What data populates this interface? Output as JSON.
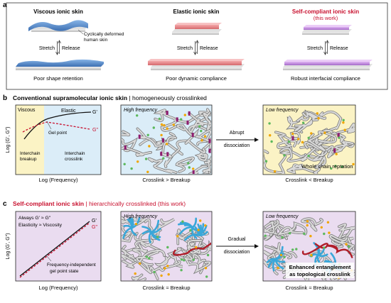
{
  "panel_a": {
    "label": "a",
    "col1_title": "Viscous ionic skin",
    "col2_title": "Elastic ionic skin",
    "col3_title_line1": "Self-compliant ionic skin",
    "col3_title_line2": "(this work)",
    "skin_annotation_line1": "Cyclically deformed",
    "skin_annotation_line2": "human skin",
    "stretch": "Stretch",
    "release": "Release",
    "result1": "Poor shape retention",
    "result2": "Poor dynamic compliance",
    "result3": "Robust interfacial compliance"
  },
  "panel_b": {
    "label": "b",
    "title_bold": "Conventional supramolecular ionic skin",
    "title_rest": " | homogeneously crosslinked",
    "viscous": "Viscous",
    "elastic": "Elastic",
    "g_prime": "G'",
    "g_double": "G\"",
    "gel_point": "Gel point",
    "interchain_breakup_1": "Interchain",
    "interchain_breakup_2": "breakup",
    "interchain_crosslink_1": "Interchain",
    "interchain_crosslink_2": "crosslink",
    "y_axis": "Log (G', G\")",
    "x_axis": "Log (Frequency)",
    "high_freq": "High frequency",
    "low_freq": "Low frequency",
    "abrupt_1": "Abrupt",
    "abrupt_2": "dissociation",
    "reptation": "Whole chain reptation",
    "caption_mid": "Crosslink > Breakup",
    "caption_right": "Crosslink < Breakup"
  },
  "panel_c": {
    "label": "c",
    "title_bold": "Self-compliant ionic skin",
    "title_rest": " | hierarchically crosslinked (this work)",
    "always": "Always G' ≈ G\"",
    "elasticity": "Elasticity ≈ Viscosity",
    "g_prime": "G'",
    "g_double": "G\"",
    "freq_indep_1": "Frequency-independent",
    "freq_indep_2": "gel point state",
    "y_axis": "Log (G', G\")",
    "x_axis": "Log (Frequency)",
    "high_freq": "High frequency",
    "low_freq": "Low frequency",
    "gradual_1": "Gradual",
    "gradual_2": "dissociation",
    "entangle_1": "Enhanced entanglement",
    "entangle_2": "as topological crosslink",
    "caption_mid": "Crosslink ≈ Breakup",
    "caption_right": "Crosslink ≈ Breakup"
  },
  "colors": {
    "accent_red": "#c8102e",
    "blue_skin": "#4f86c9",
    "pink_skin": "#e9878a",
    "purple_skin": "#c58be0",
    "yellow_bg": "#fbf3c5",
    "blue_bg": "#dbedf8",
    "lilac_bg": "#eadcf0",
    "crosslink_purple": "#8e1d6f",
    "crosslink_blue": "#3aa7d9"
  }
}
